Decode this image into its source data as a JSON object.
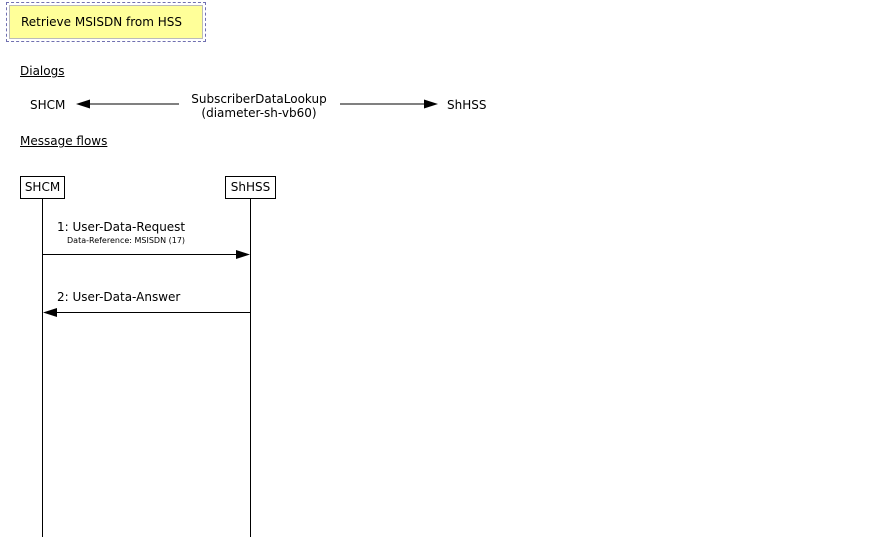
{
  "title": "Retrieve MSISDN from HSS",
  "sections": {
    "dialogs_heading": "Dialogs",
    "flows_heading": "Message flows"
  },
  "dialog": {
    "left_node": "SHCM",
    "right_node": "ShHSS",
    "name": "SubscriberDataLookup",
    "protocol": "(diameter-sh-vb60)"
  },
  "participants": [
    "SHCM",
    "ShHSS"
  ],
  "messages": [
    {
      "label": "1: User-Data-Request",
      "detail": "Data-Reference: MSISDN (17)",
      "direction": "SHCM -> ShHSS"
    },
    {
      "label": "2: User-Data-Answer",
      "direction": "ShHSS -> SHCM"
    }
  ],
  "colors": {
    "title_background": "#ffff99",
    "title_border": "#7070b0",
    "line": "#000000"
  }
}
